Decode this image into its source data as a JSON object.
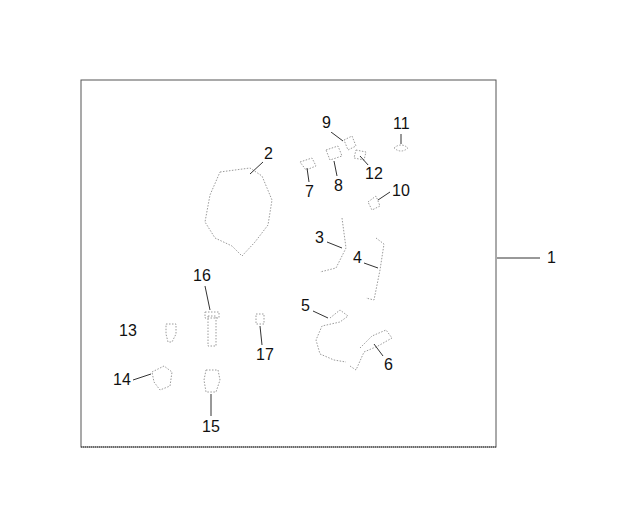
{
  "diagram": {
    "labels": [
      "9",
      "11",
      "2",
      "7",
      "8",
      "12",
      "10",
      "3",
      "4",
      "16",
      "5",
      "13",
      "17",
      "6",
      "14",
      "15",
      "1"
    ]
  }
}
